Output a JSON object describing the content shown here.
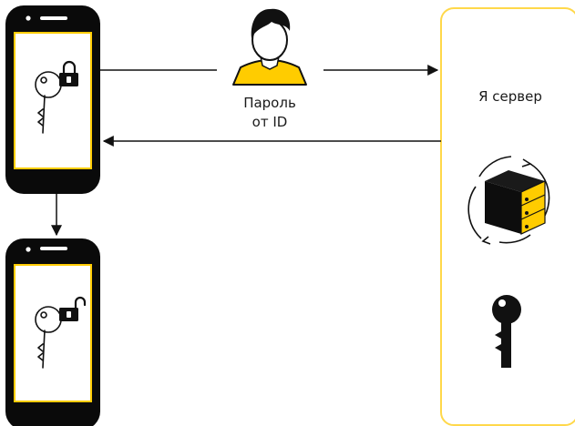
{
  "labels": {
    "password_line1": "Пароль",
    "password_line2": "от ID",
    "server": "Я сервер"
  },
  "colors": {
    "accent_yellow": "#ffcc00",
    "device_black": "#0a0a0a",
    "line": "#111111",
    "server_border": "#ffd84a"
  },
  "icons": {
    "phone_top": "locked-key",
    "phone_bottom": "unlocked-key",
    "user": "person-avatar",
    "server_sync": "server-sync",
    "server_key": "key"
  }
}
